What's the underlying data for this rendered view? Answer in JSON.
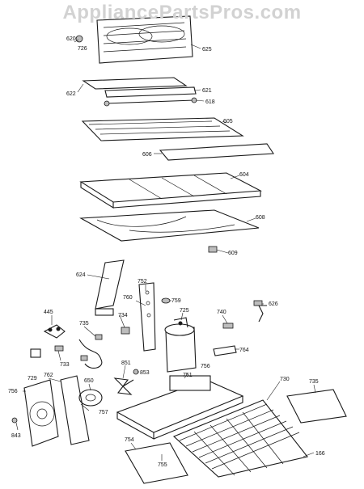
{
  "watermark": "AppliancePartsPros.com",
  "labels": {
    "l620": "620",
    "l726": "726",
    "l625": "625",
    "l622": "622",
    "l621": "621",
    "l618": "618",
    "l605": "605",
    "l606": "606",
    "l604": "604",
    "l608": "608",
    "l609": "609",
    "l624": "624",
    "l752": "752",
    "l760": "760",
    "l759": "759",
    "l740": "740",
    "l626": "626",
    "l445": "445",
    "l735a": "735",
    "l734": "734",
    "l725": "725",
    "l764": "764",
    "l733": "733",
    "l851": "851",
    "l853": "853",
    "l756a": "756",
    "l729": "729",
    "l762": "762",
    "l650": "650",
    "l751": "751",
    "l730": "730",
    "l735b": "735",
    "l756b": "756",
    "l757": "757",
    "l843": "843",
    "l754": "754",
    "l755": "755",
    "l166": "166"
  }
}
